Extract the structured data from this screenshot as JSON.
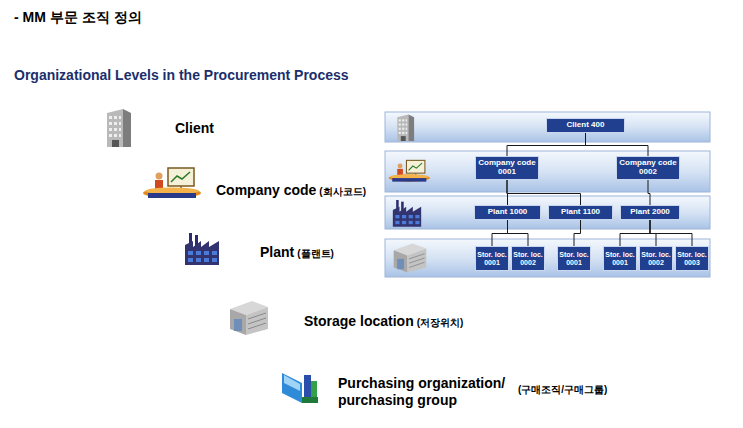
{
  "diagram": {
    "title": "- MM 부문 조직 정의",
    "nodes": [
      {
        "text": [
          "Client 400"
        ]
      },
      {
        "text": [
          "Company code 0001"
        ]
      },
      {
        "text": [
          "Company code 0002"
        ]
      },
      {
        "text": [
          "Plant 1000"
        ]
      },
      {
        "text": [
          "Plant 1100"
        ]
      },
      {
        "text": [
          "Plant 2000"
        ]
      },
      {
        "text": [
          "Stor. loc. 0001"
        ]
      },
      {
        "text": [
          "Stor. loc. 0002"
        ]
      },
      {
        "text": [
          "Stor. loc. 0001"
        ]
      },
      {
        "text": [
          "Stor. loc. 0001"
        ]
      },
      {
        "text": [
          "Stor. loc. 0002"
        ]
      },
      {
        "text": [
          "Stor. loc. 0003"
        ]
      }
    ],
    "edges": [
      {
        "from": 0,
        "to": 1,
        "arrow": "none"
      },
      {
        "from": 0,
        "to": 2,
        "arrow": "none"
      },
      {
        "from": 1,
        "to": 3,
        "arrow": "none"
      },
      {
        "from": 1,
        "to": 4,
        "arrow": "none"
      },
      {
        "from": 2,
        "to": 5,
        "arrow": "none"
      },
      {
        "from": 3,
        "to": 6,
        "arrow": "none"
      },
      {
        "from": 3,
        "to": 7,
        "arrow": "none"
      },
      {
        "from": 4,
        "to": 8,
        "arrow": "none"
      },
      {
        "from": 5,
        "to": 9,
        "arrow": "none"
      },
      {
        "from": 5,
        "to": 10,
        "arrow": "none"
      },
      {
        "from": 5,
        "to": 11,
        "arrow": "none"
      }
    ],
    "labels": [
      "Organizational Levels in the Procurement Process",
      "Client",
      "Company code",
      "(회사코드)",
      "Plant",
      "(플랜트)",
      "Storage location",
      "(저장위치)",
      "Purchasing organization/ purchasing group",
      "(구매조직/구매그룹)"
    ]
  }
}
